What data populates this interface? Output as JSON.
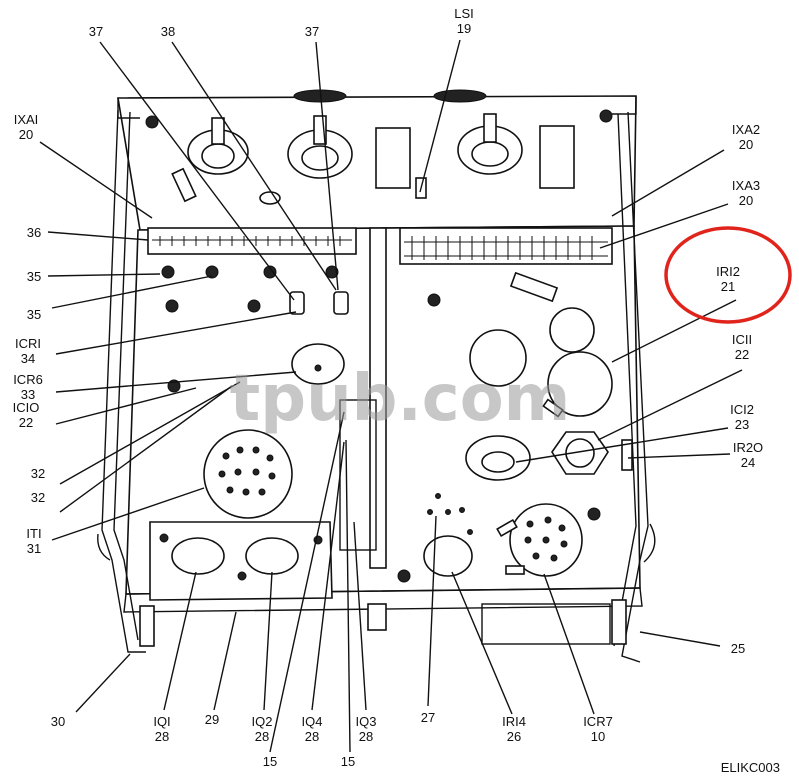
{
  "figure_id": "ELIKC003",
  "watermark": "tpub.com",
  "highlight_color": "#e0241c",
  "callouts": {
    "c37_left": {
      "line1": "37",
      "line2": ""
    },
    "c38": {
      "line1": "38",
      "line2": ""
    },
    "c37_right": {
      "line1": "37",
      "line2": ""
    },
    "cLS1": {
      "line1": "LSI",
      "line2": "19"
    },
    "c1XA1": {
      "line1": "IXAI",
      "line2": "20"
    },
    "c1XA2": {
      "line1": "IXA2",
      "line2": "20"
    },
    "c1XA3": {
      "line1": "IXA3",
      "line2": "20"
    },
    "c36": {
      "line1": "36",
      "line2": ""
    },
    "c35_upper": {
      "line1": "35",
      "line2": ""
    },
    "c35_lower": {
      "line1": "35",
      "line2": ""
    },
    "c1R12": {
      "line1": "IRI2",
      "line2": "21"
    },
    "c1CR1": {
      "line1": "ICRI",
      "line2": "34"
    },
    "c1C11": {
      "line1": "ICII",
      "line2": "22"
    },
    "c1CR6": {
      "line1": "ICR6",
      "line2": "33"
    },
    "c1C10": {
      "line1": "ICIO",
      "line2": "22"
    },
    "c1C12": {
      "line1": "ICI2",
      "line2": "23"
    },
    "c1R20": {
      "line1": "IR2O",
      "line2": "24"
    },
    "c32_upper": {
      "line1": "32",
      "line2": ""
    },
    "c32_lower": {
      "line1": "32",
      "line2": ""
    },
    "c1T1": {
      "line1": "ITI",
      "line2": "31"
    },
    "c25": {
      "line1": "25",
      "line2": ""
    },
    "c30": {
      "line1": "30",
      "line2": ""
    },
    "c1Q1": {
      "line1": "IQI",
      "line2": "28"
    },
    "c29": {
      "line1": "29",
      "line2": ""
    },
    "c1Q2": {
      "line1": "IQ2",
      "line2": "28"
    },
    "c1Q4": {
      "line1": "IQ4",
      "line2": "28"
    },
    "c1Q3": {
      "line1": "IQ3",
      "line2": "28"
    },
    "c27": {
      "line1": "27",
      "line2": ""
    },
    "c1R14": {
      "line1": "IRI4",
      "line2": "26"
    },
    "c1CR7": {
      "line1": "ICR7",
      "line2": "10"
    },
    "c15_left": {
      "line1": "15",
      "line2": ""
    },
    "c15_right": {
      "line1": "15",
      "line2": ""
    }
  }
}
